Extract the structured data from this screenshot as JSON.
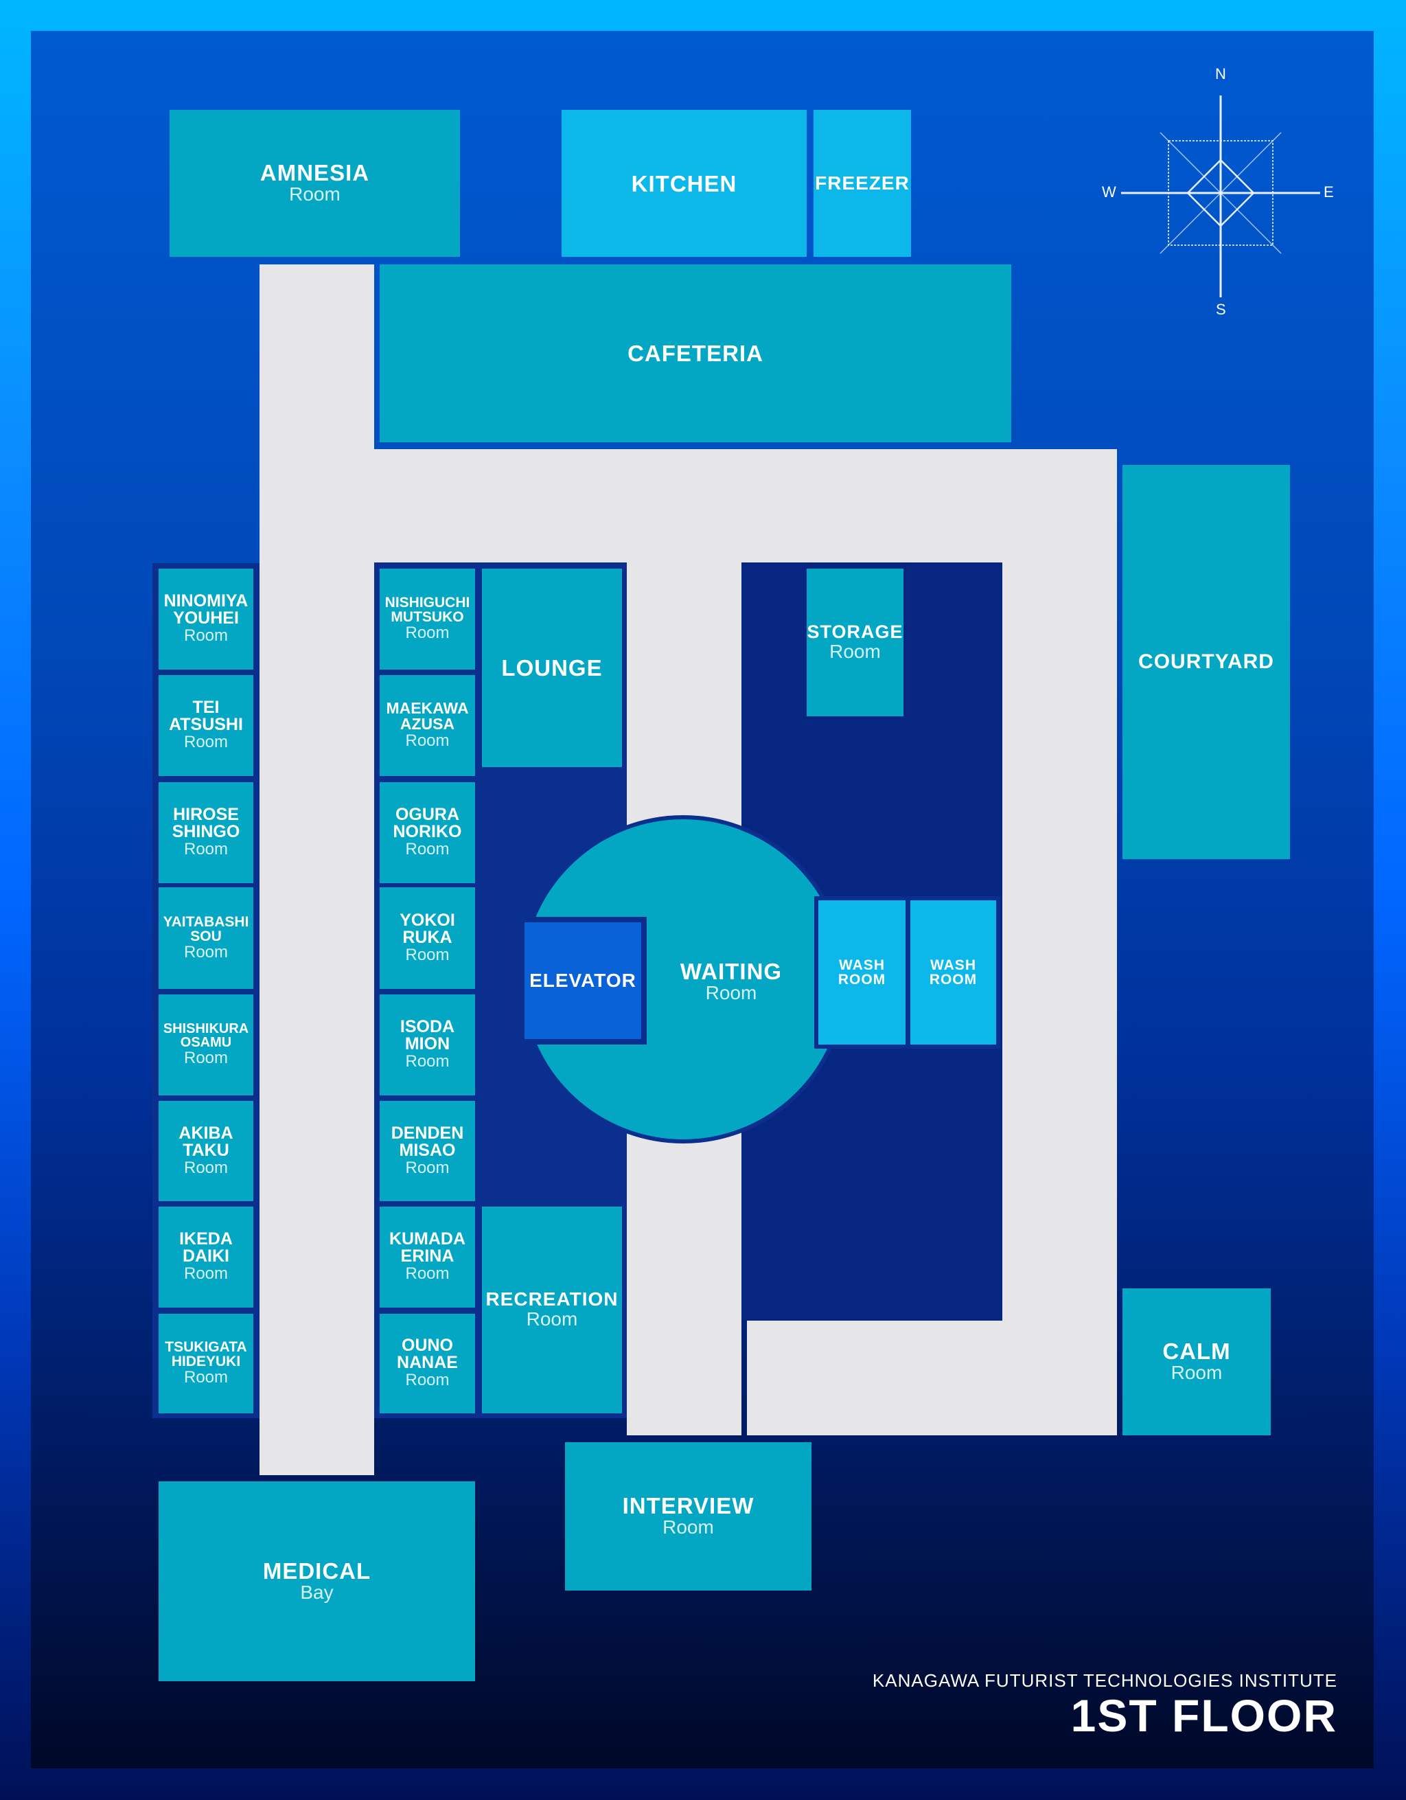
{
  "compass": {
    "n": "N",
    "s": "S",
    "e": "E",
    "w": "W"
  },
  "rooms": {
    "amnesia": {
      "name": "AMNESIA",
      "sub": "Room"
    },
    "kitchen": {
      "name": "KITCHEN"
    },
    "freezer": {
      "name": "FREEZER"
    },
    "cafeteria": {
      "name": "CAFETERIA"
    },
    "courtyard": {
      "name": "COURTYARD"
    },
    "lounge": {
      "name": "LOUNGE"
    },
    "recreation": {
      "name": "RECREATION",
      "sub": "Room"
    },
    "storage": {
      "name": "STORAGE",
      "sub": "Room"
    },
    "waiting": {
      "name": "WAITING",
      "sub": "Room"
    },
    "elevator": {
      "name": "ELEVATOR"
    },
    "wash1": {
      "name": "WASH\nROOM"
    },
    "wash2": {
      "name": "WASH\nROOM"
    },
    "calm": {
      "name": "CALM",
      "sub": "Room"
    },
    "interview": {
      "name": "INTERVIEW",
      "sub": "Room"
    },
    "medical": {
      "name": "MEDICAL",
      "sub": "Bay"
    }
  },
  "left_column": [
    {
      "name": "NINOMIYA\nYOUHEI",
      "sub": "Room"
    },
    {
      "name": "TEI\nATSUSHI",
      "sub": "Room"
    },
    {
      "name": "HIROSE\nSHINGO",
      "sub": "Room"
    },
    {
      "name": "YAITABASHI\nSOU",
      "sub": "Room"
    },
    {
      "name": "SHISHIKURA\nOSAMU",
      "sub": "Room"
    },
    {
      "name": "AKIBA\nTAKU",
      "sub": "Room"
    },
    {
      "name": "IKEDA\nDAIKI",
      "sub": "Room"
    },
    {
      "name": "TSUKIGATA\nHIDEYUKI",
      "sub": "Room"
    }
  ],
  "second_column": [
    {
      "name": "NISHIGUCHI\nMUTSUKO",
      "sub": "Room"
    },
    {
      "name": "MAEKAWA\nAZUSA",
      "sub": "Room"
    },
    {
      "name": "OGURA\nNORIKO",
      "sub": "Room"
    },
    {
      "name": "YOKOI\nRUKA",
      "sub": "Room"
    },
    {
      "name": "ISODA\nMION",
      "sub": "Room"
    },
    {
      "name": "DENDEN\nMISAO",
      "sub": "Room"
    },
    {
      "name": "KUMADA\nERINA",
      "sub": "Room"
    },
    {
      "name": "OUNO\nNANAE",
      "sub": "Room"
    }
  ],
  "footer": {
    "institute": "KANAGAWA FUTURIST TECHNOLOGIES INSTITUTE",
    "floor": "1ST FLOOR"
  },
  "colors": {
    "room": "#03a7c4",
    "room_light": "#0cb8ea",
    "elevator": "#0a62d8",
    "corridor": "#e6e6e8"
  }
}
